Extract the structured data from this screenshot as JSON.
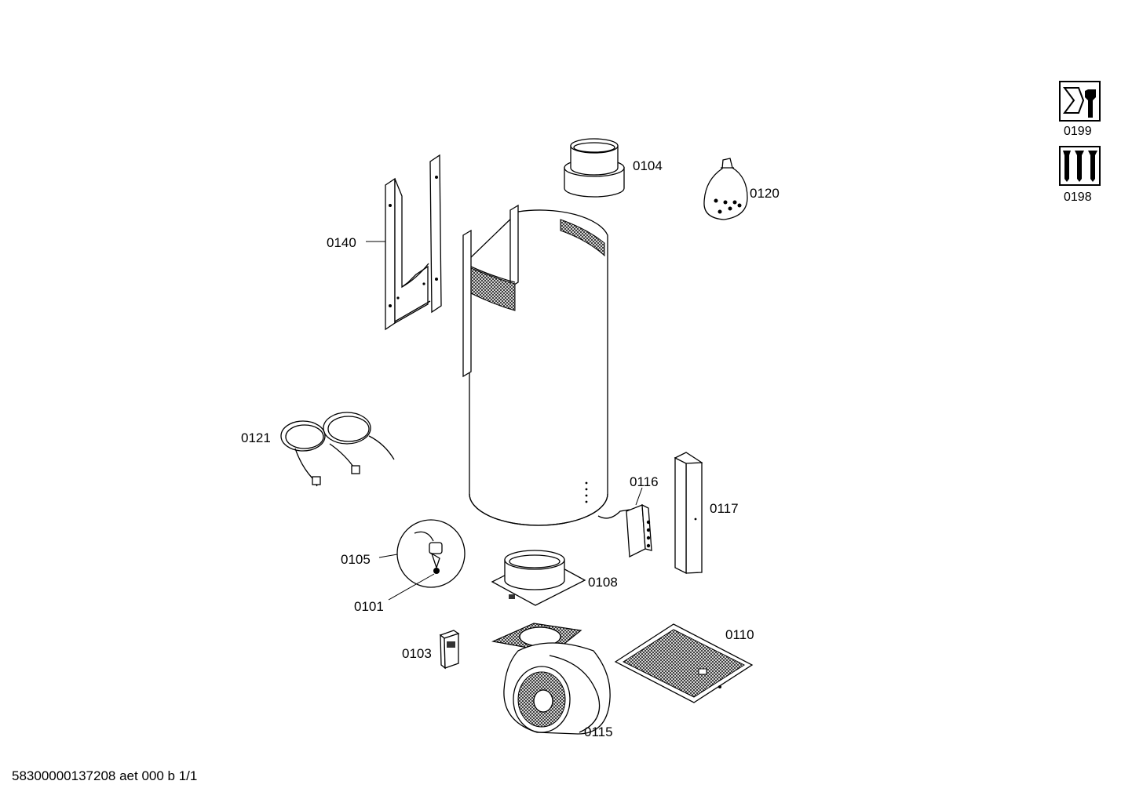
{
  "callouts": {
    "p0104": "0104",
    "p0120": "0120",
    "p0140": "0140",
    "p0121": "0121",
    "p0116": "0116",
    "p0117": "0117",
    "p0105": "0105",
    "p0108": "0108",
    "p0101": "0101",
    "p0110": "0110",
    "p0103": "0103",
    "p0115": "0115"
  },
  "legend_icons": {
    "tools": {
      "code": "0199",
      "icon": "tools-icon"
    },
    "screws": {
      "code": "0198",
      "icon": "screws-icon"
    }
  },
  "footer": {
    "document_id": "58300000137208 aet 000 b 1/1"
  }
}
